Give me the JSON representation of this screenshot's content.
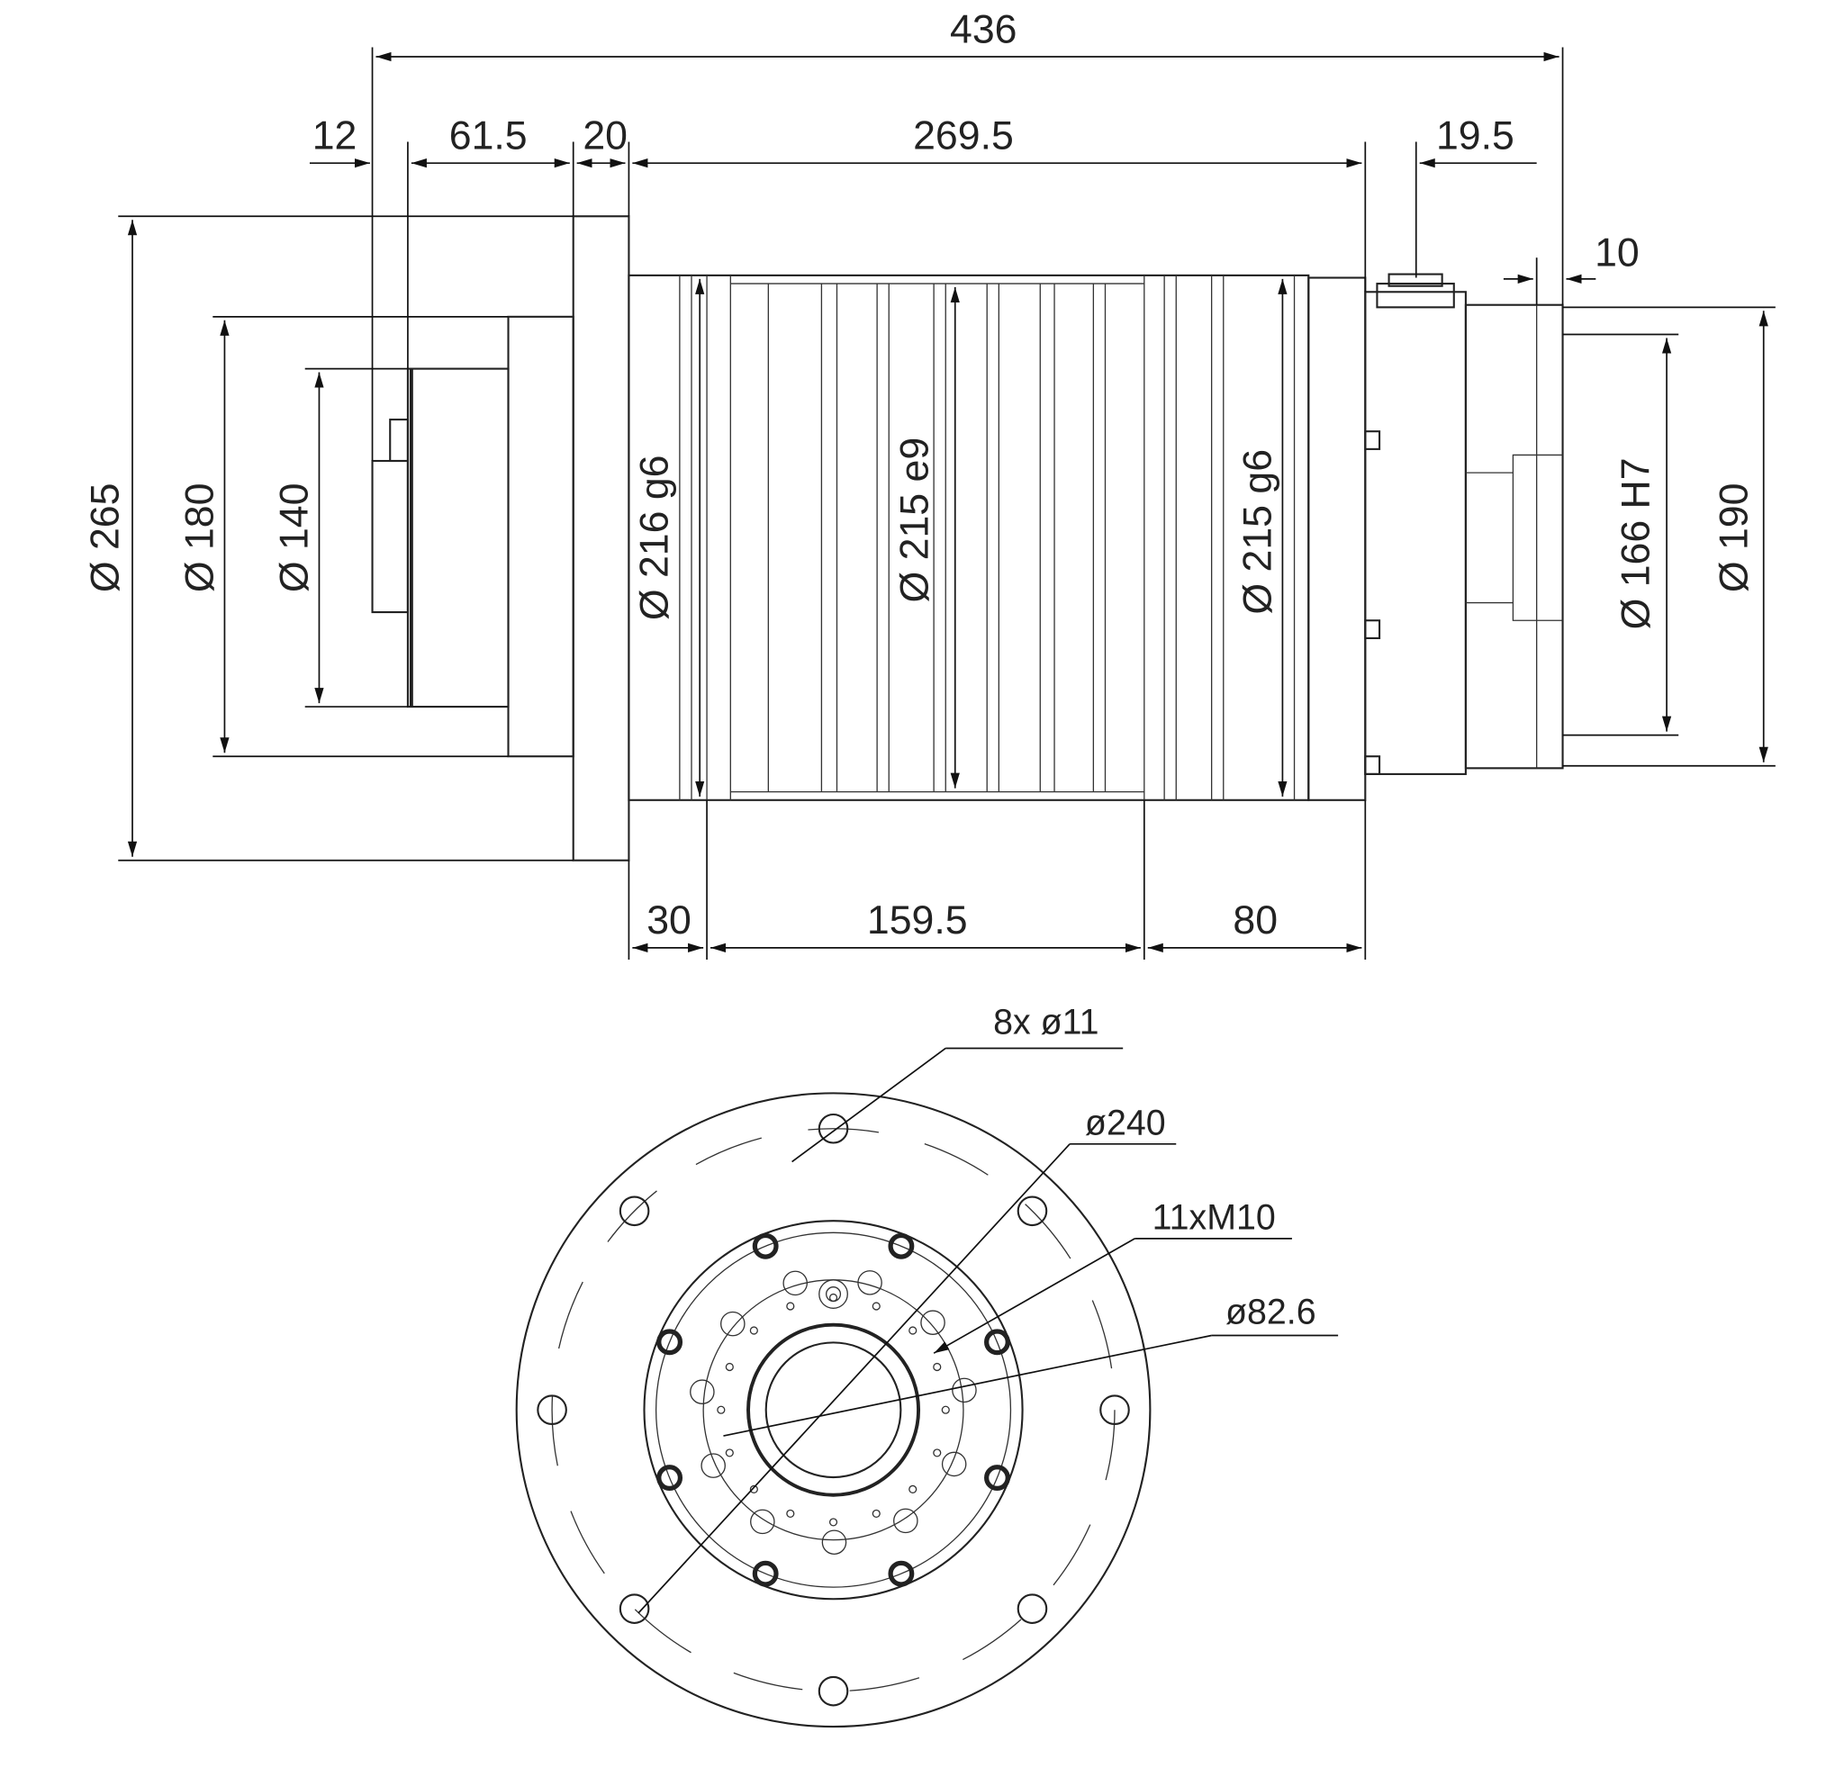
{
  "side_view": {
    "dims": {
      "total_length": "436",
      "d12": "12",
      "d61_5": "61.5",
      "d20": "20",
      "d269_5": "269.5",
      "d19_5": "19.5",
      "d10": "10",
      "d30": "30",
      "d159_5": "159.5",
      "d80": "80"
    },
    "diameters": {
      "d265": "Ø 265",
      "d180": "Ø 180",
      "d140": "Ø 140",
      "d216": "Ø 216 g6",
      "d215e9": "Ø 215 e9",
      "d215g6": "Ø 215 g6",
      "d166": "Ø 166 H7",
      "d190": "Ø 190"
    }
  },
  "front_view": {
    "callouts": {
      "holes": "8x  ø11",
      "bolt_circle": "ø240",
      "threads": "11xM10",
      "bore": "ø82.6"
    }
  }
}
